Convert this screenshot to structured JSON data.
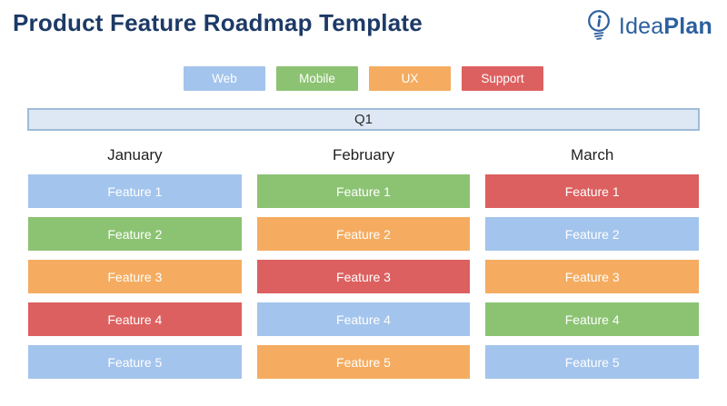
{
  "header": {
    "title": "Product Feature Roadmap Template"
  },
  "logo": {
    "brand_light": "Idea",
    "brand_bold": "Plan",
    "icon": "lightbulb-i-icon",
    "color": "#2b5f9e"
  },
  "legend": {
    "items": [
      {
        "label": "Web",
        "color": "#a3c4ec"
      },
      {
        "label": "Mobile",
        "color": "#8cc373"
      },
      {
        "label": "UX",
        "color": "#f5ac60"
      },
      {
        "label": "Support",
        "color": "#dd6060"
      }
    ]
  },
  "quarter": {
    "label": "Q1",
    "fill": "#dee8f5",
    "border": "#9fbcd8"
  },
  "roadmap": {
    "months": [
      {
        "label": "January",
        "features": [
          {
            "label": "Feature 1",
            "category": "Web",
            "color": "#a3c4ec"
          },
          {
            "label": "Feature 2",
            "category": "Mobile",
            "color": "#8cc373"
          },
          {
            "label": "Feature 3",
            "category": "UX",
            "color": "#f5ac60"
          },
          {
            "label": "Feature 4",
            "category": "Support",
            "color": "#dd6060"
          },
          {
            "label": "Feature 5",
            "category": "Web",
            "color": "#a3c4ec"
          }
        ]
      },
      {
        "label": "February",
        "features": [
          {
            "label": "Feature 1",
            "category": "Mobile",
            "color": "#8cc373"
          },
          {
            "label": "Feature 2",
            "category": "UX",
            "color": "#f5ac60"
          },
          {
            "label": "Feature 3",
            "category": "Support",
            "color": "#dd6060"
          },
          {
            "label": "Feature 4",
            "category": "Web",
            "color": "#a3c4ec"
          },
          {
            "label": "Feature 5",
            "category": "UX",
            "color": "#f5ac60"
          }
        ]
      },
      {
        "label": "March",
        "features": [
          {
            "label": "Feature 1",
            "category": "Support",
            "color": "#dd6060"
          },
          {
            "label": "Feature 2",
            "category": "Web",
            "color": "#a3c4ec"
          },
          {
            "label": "Feature 3",
            "category": "UX",
            "color": "#f5ac60"
          },
          {
            "label": "Feature 4",
            "category": "Mobile",
            "color": "#8cc373"
          },
          {
            "label": "Feature 5",
            "category": "Web",
            "color": "#a3c4ec"
          }
        ]
      }
    ]
  }
}
